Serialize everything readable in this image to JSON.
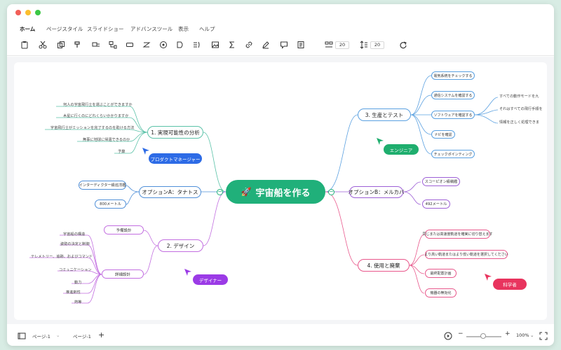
{
  "window_dots": [
    "#f25f58",
    "#fbbe2e",
    "#3cc745"
  ],
  "menu": {
    "items": [
      "ホーム",
      "ページスタイル",
      "スライドショー",
      "アドバンスツール",
      "表示",
      "ヘルプ"
    ]
  },
  "toolbar": {
    "spacing_value": "20",
    "line_value": "20"
  },
  "mindmap": {
    "root": "宇宙船を作る",
    "branches": {
      "feasibility": {
        "label": "1. 実現可能性の分析",
        "leaves": [
          "何人の宇宙飛行士を運ぶことができますか",
          "木星に行くのにどれくらいかかりますか",
          "宇宙飛行士がミッションを完了するのを助ける方法",
          "無事に地球に帰還できるのか",
          "予算"
        ],
        "tag": "プロダクトマネージャー"
      },
      "option_a": {
        "label": "オプションA：タナトス",
        "leaves": [
          "インターディクター級巡洋艦",
          "800メートル"
        ]
      },
      "design": {
        "label": "2. デザイン",
        "sub_pre": "予備設計",
        "sub_detail": "詳細設計",
        "leaves": [
          "宇宙船の構造",
          "姿勢の決定と制御",
          "テレメトリー、追跡、およびコマンド",
          "コミュニケーション",
          "動力",
          "推進剤性",
          "熱等"
        ],
        "tag": "デザイナー"
      },
      "production": {
        "label": "3. 生産とテスト",
        "leaves": [
          "電気系統をチェックする",
          "通信システムを確認する",
          "ソフトウェアを確認する",
          "ナビを確認",
          "チェックポインティング"
        ],
        "sub_leaves": [
          "すべての動作モードを九",
          "それはすべての飛行手順を",
          "情報を正しく処理できま"
        ],
        "tag": "エンジニア"
      },
      "option_b": {
        "label": "オプションB：メルカバ",
        "leaves": [
          "スコーピオン級戦艦",
          "492メートル"
        ]
      },
      "usage": {
        "label": "4. 使用と廃棄",
        "leaves": [
          "同じまたは高速度軌道を確実に切り替えます",
          "より高い軌道またはより低い軌道を選択してください",
          "最終配置計画",
          "機器の無効化"
        ],
        "tag": "科学者"
      }
    }
  },
  "statusbar": {
    "page_select": "ページ-1",
    "page_tab": "ページ-1",
    "zoom": "100%"
  },
  "colors": {
    "root": "#20b07a",
    "feasibility": "#5bc2a8",
    "option_a": "#4f8fd8",
    "design": "#c26ee0",
    "production": "#5aa0e0",
    "option_b": "#9d5fd6",
    "usage": "#e8578b",
    "tag_pm": "#2d6be6",
    "tag_designer": "#9b3be6",
    "tag_engineer": "#1fae6e",
    "tag_scientist": "#e8345e"
  }
}
